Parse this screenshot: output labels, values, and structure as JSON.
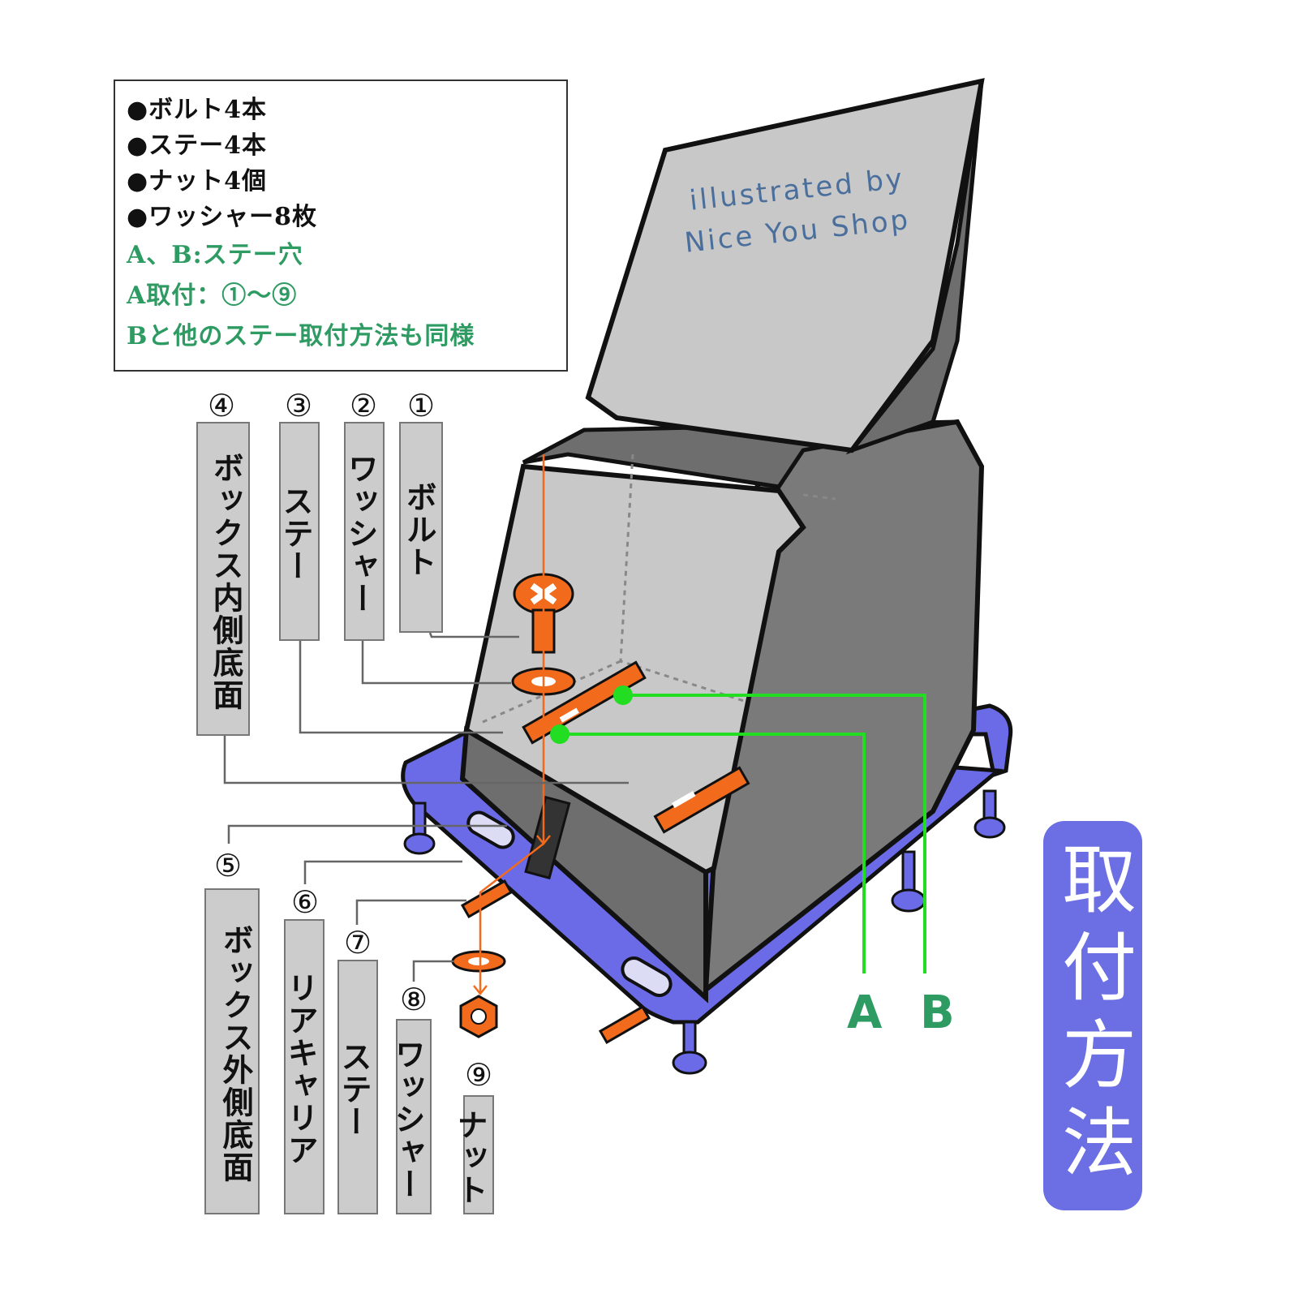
{
  "legend": {
    "line1": "●ボルト4本",
    "line2": "●ステー4本",
    "line3": "●ナット4個",
    "line4": "●ワッシャー8枚",
    "line5": "A、B:ステー穴",
    "line6": "A取付：①～⑨",
    "line7": "Bと他のステー取付方法も同様"
  },
  "parts_top": [
    {
      "num": "④",
      "label": "ボックス内側底面"
    },
    {
      "num": "③",
      "label": "ステー"
    },
    {
      "num": "②",
      "label": "ワッシャー"
    },
    {
      "num": "①",
      "label": "ボルト"
    }
  ],
  "parts_bottom": [
    {
      "num": "⑤",
      "label": "ボックス外側底面"
    },
    {
      "num": "⑥",
      "label": "リアキャリア"
    },
    {
      "num": "⑦",
      "label": "ステー"
    },
    {
      "num": "⑧",
      "label": "ワッシャー"
    },
    {
      "num": "⑨",
      "label": "ナット"
    }
  ],
  "holes": {
    "a": "A",
    "b": "B"
  },
  "watermark": {
    "line1": "illustrated by",
    "line2": "Nice You Shop"
  },
  "title": "取付方法",
  "colors": {
    "box_dark": "#7a7a7a",
    "box_light": "#c8c8c8",
    "carrier": "#6b6be8",
    "hardware": "#f26a1b",
    "leader_green": "#22dd22",
    "text_green": "#2e9b62",
    "title_bg": "#6c6ee3"
  }
}
